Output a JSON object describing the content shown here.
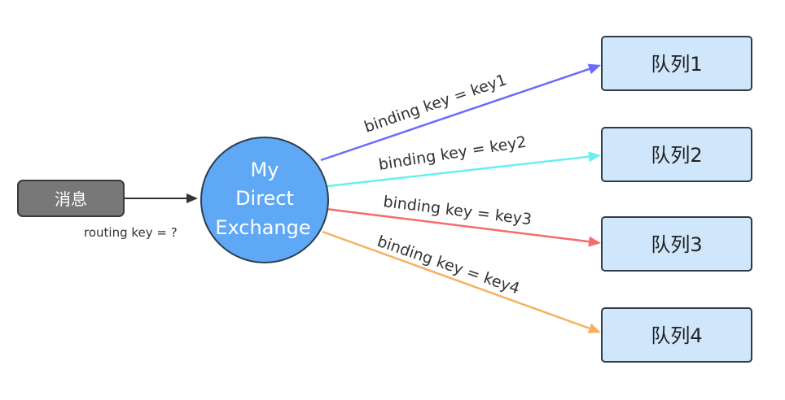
{
  "message": {
    "label": "消息",
    "routing_label": "routing key = ?",
    "fill": "#787878",
    "stroke": "#3a3a3a",
    "text_color": "#ffffff"
  },
  "exchange": {
    "lines": [
      "My",
      "Direct",
      "Exchange"
    ],
    "fill": "#5ea8f5",
    "stroke": "#2c3e50",
    "text_color": "#ffffff"
  },
  "queue_style": {
    "fill": "#cfe6fb",
    "stroke": "#2f3b47",
    "text_color": "#222222"
  },
  "queues": [
    {
      "label": "队列1",
      "binding": "binding key = key1",
      "color": "#6a6aff"
    },
    {
      "label": "队列2",
      "binding": "binding key = key2",
      "color": "#66f0f0"
    },
    {
      "label": "队列3",
      "binding": "binding key = key3",
      "color": "#f76b6b"
    },
    {
      "label": "队列4",
      "binding": "binding key = key4",
      "color": "#f8b060"
    }
  ]
}
